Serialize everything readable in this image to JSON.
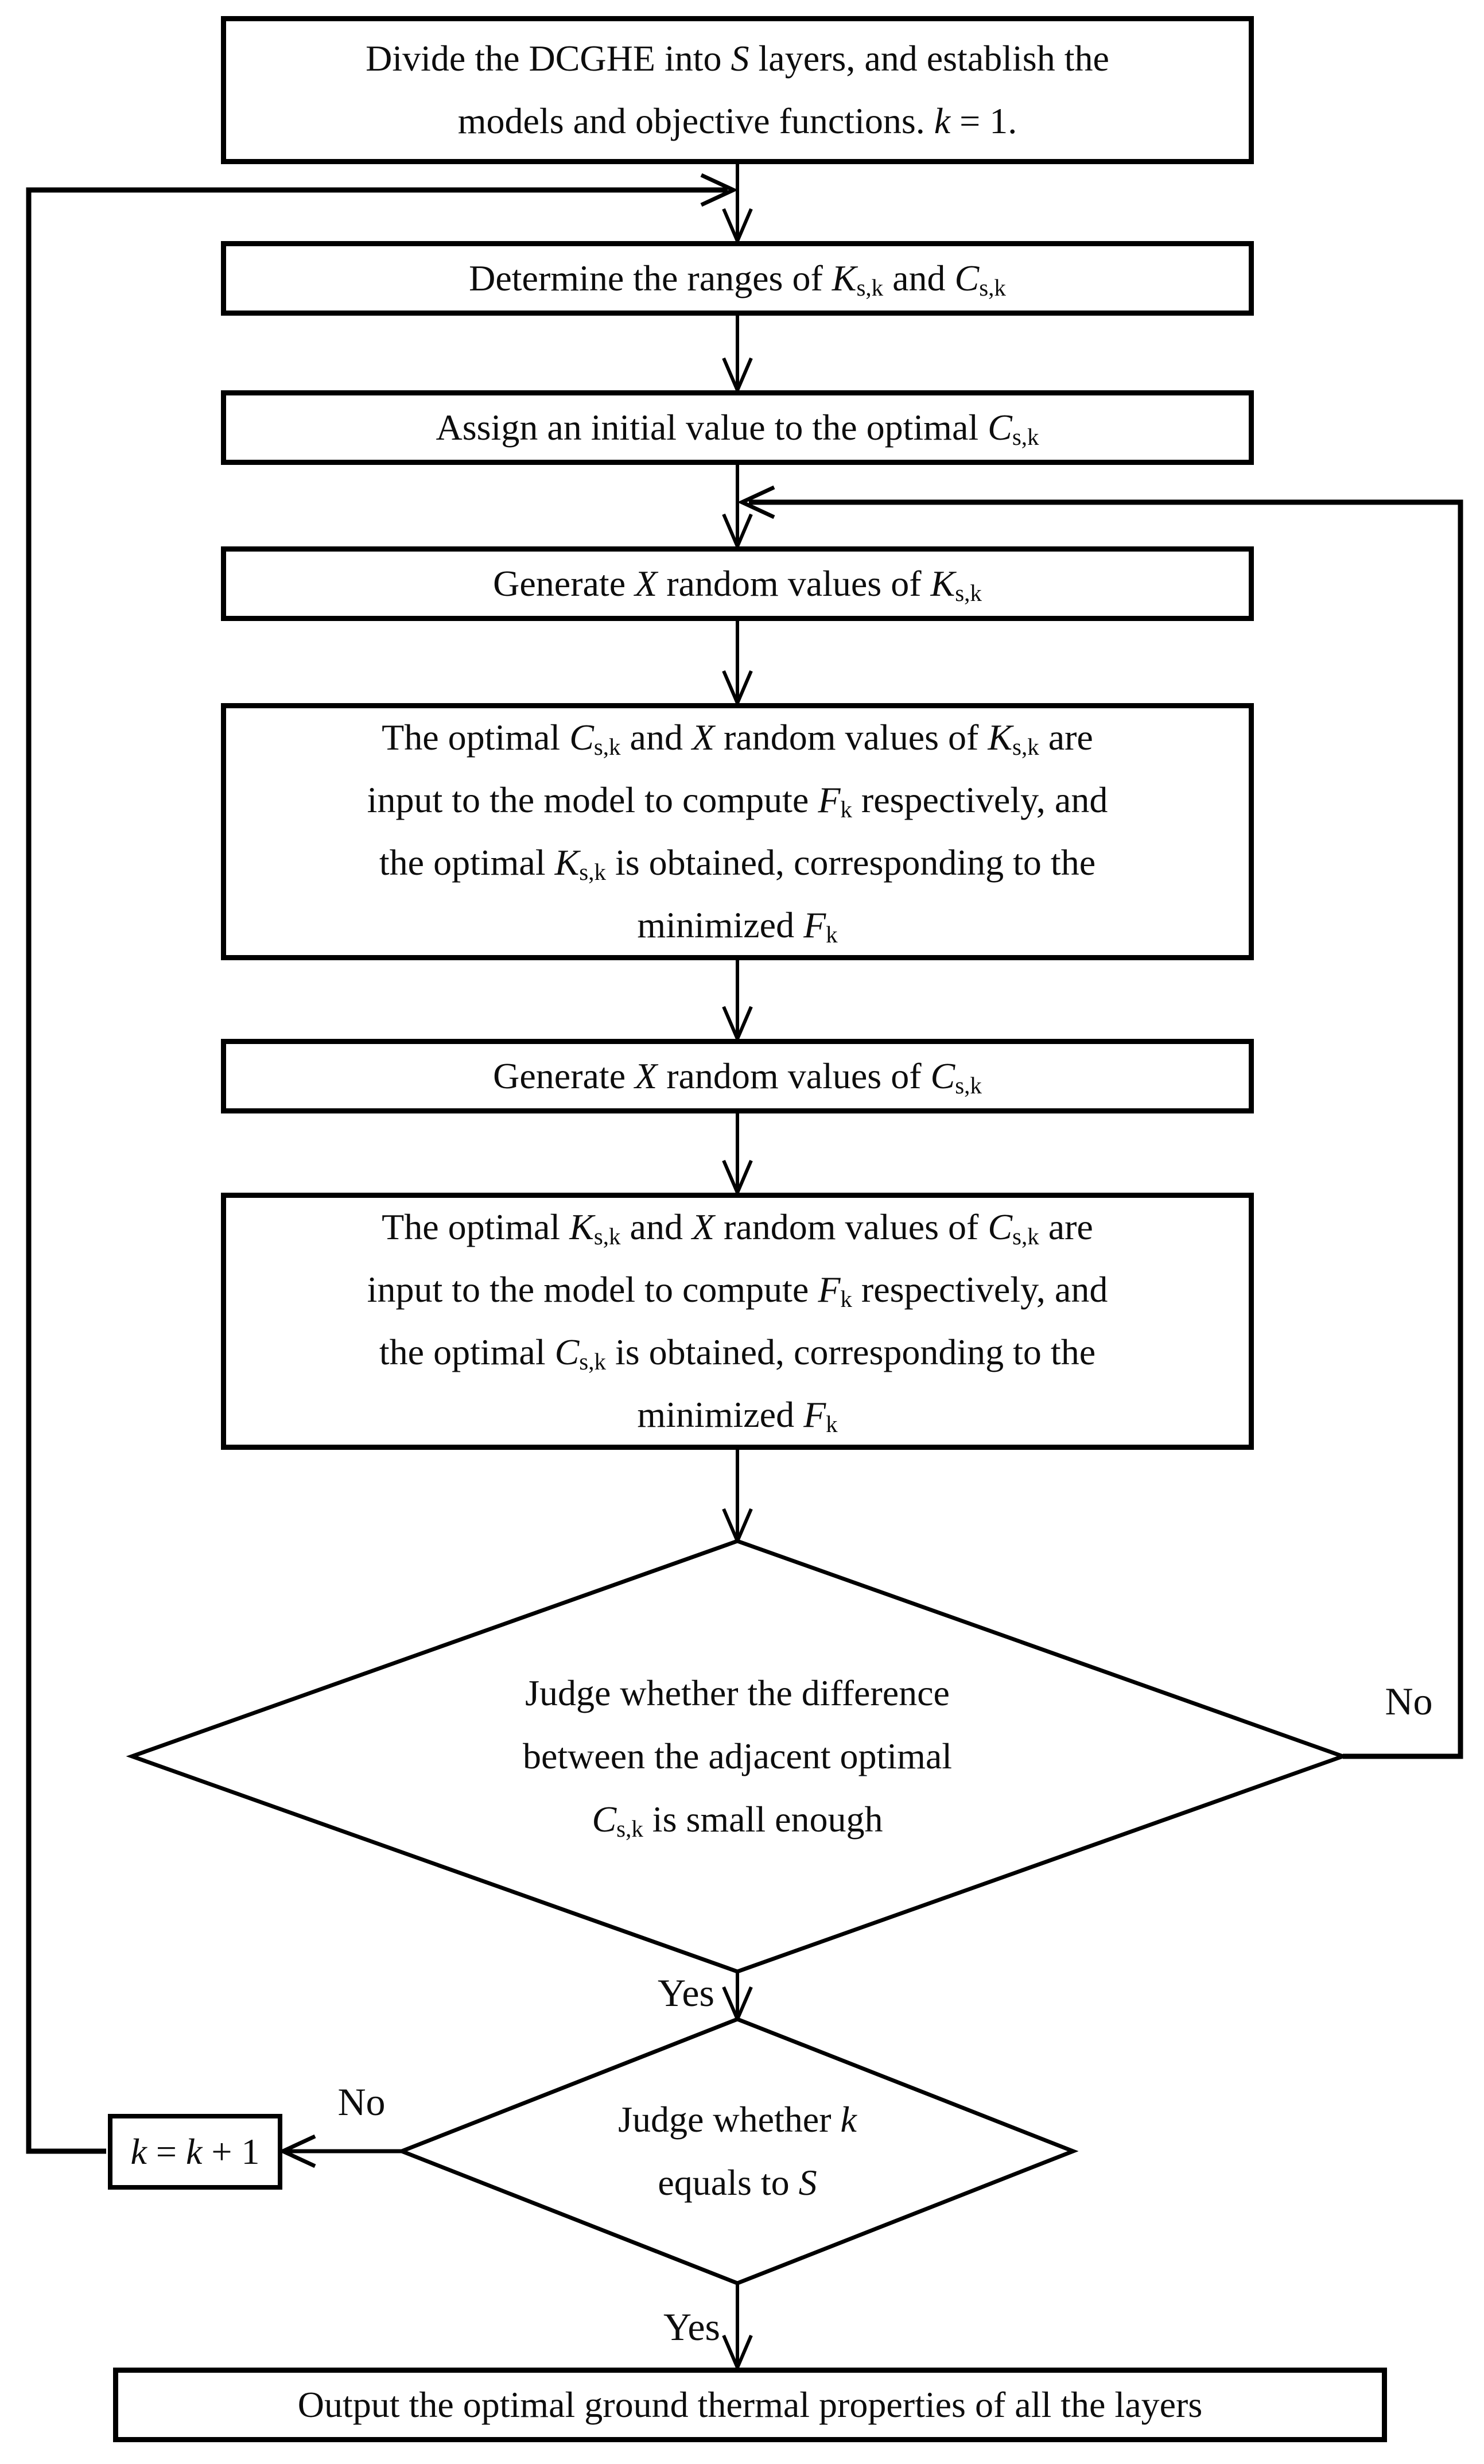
{
  "page": {
    "background_color": "#ffffff",
    "line_color": "#000000",
    "text_color": "#0d0d0d"
  },
  "flowchart": {
    "boxes": {
      "start": {
        "segments": [
          {
            "t": "Divide the DCGHE into "
          },
          {
            "t": "S",
            "i": true
          },
          {
            "t": " layers, and establish the"
          },
          {
            "br": true
          },
          {
            "t": "models and objective functions. "
          },
          {
            "t": "k",
            "i": true
          },
          {
            "t": " = 1."
          }
        ]
      },
      "determine_ranges": {
        "segments": [
          {
            "t": "Determine the ranges of "
          },
          {
            "t": "K",
            "i": true
          },
          {
            "t": "s,k",
            "sub": true
          },
          {
            "t": " and "
          },
          {
            "t": "C",
            "i": true
          },
          {
            "t": "s,k",
            "sub": true
          }
        ]
      },
      "assign_initial": {
        "segments": [
          {
            "t": "Assign an initial value to the optimal "
          },
          {
            "t": "C",
            "i": true
          },
          {
            "t": "s,k",
            "sub": true
          }
        ]
      },
      "generate_K": {
        "segments": [
          {
            "t": "Generate "
          },
          {
            "t": "X",
            "i": true
          },
          {
            "t": " random values of "
          },
          {
            "t": "K",
            "i": true
          },
          {
            "t": "s,k",
            "sub": true
          }
        ]
      },
      "compute_optimal_K": {
        "segments": [
          {
            "t": "The optimal "
          },
          {
            "t": "C",
            "i": true
          },
          {
            "t": "s,k",
            "sub": true
          },
          {
            "t": " and "
          },
          {
            "t": "X",
            "i": true
          },
          {
            "t": " random values of "
          },
          {
            "t": "K",
            "i": true
          },
          {
            "t": "s,k",
            "sub": true
          },
          {
            "t": " are"
          },
          {
            "br": true
          },
          {
            "t": "input to the model to compute "
          },
          {
            "t": "F",
            "i": true
          },
          {
            "t": "k",
            "sub": true
          },
          {
            "t": " respectively, and"
          },
          {
            "br": true
          },
          {
            "t": "the optimal "
          },
          {
            "t": "K",
            "i": true
          },
          {
            "t": "s,k",
            "sub": true
          },
          {
            "t": " is obtained, corresponding to the"
          },
          {
            "br": true
          },
          {
            "t": "minimized "
          },
          {
            "t": "F",
            "i": true
          },
          {
            "t": "k",
            "sub": true
          }
        ]
      },
      "generate_C": {
        "segments": [
          {
            "t": "Generate "
          },
          {
            "t": "X",
            "i": true
          },
          {
            "t": " random values of "
          },
          {
            "t": "C",
            "i": true
          },
          {
            "t": "s,k",
            "sub": true
          }
        ]
      },
      "compute_optimal_C": {
        "segments": [
          {
            "t": "The optimal "
          },
          {
            "t": "K",
            "i": true
          },
          {
            "t": "s,k",
            "sub": true
          },
          {
            "t": " and "
          },
          {
            "t": "X",
            "i": true
          },
          {
            "t": " random values of "
          },
          {
            "t": "C",
            "i": true
          },
          {
            "t": "s,k",
            "sub": true
          },
          {
            "t": " are"
          },
          {
            "br": true
          },
          {
            "t": "input to the model to compute "
          },
          {
            "t": "F",
            "i": true
          },
          {
            "t": "k",
            "sub": true
          },
          {
            "t": " respectively, and"
          },
          {
            "br": true
          },
          {
            "t": "the optimal "
          },
          {
            "t": "C",
            "i": true
          },
          {
            "t": "s,k",
            "sub": true
          },
          {
            "t": " is obtained, corresponding to the"
          },
          {
            "br": true
          },
          {
            "t": "minimized "
          },
          {
            "t": "F",
            "i": true
          },
          {
            "t": "k",
            "sub": true
          }
        ]
      },
      "increment_k": {
        "segments": [
          {
            "t": "k",
            "i": true
          },
          {
            "t": " = "
          },
          {
            "t": "k",
            "i": true
          },
          {
            "t": " + 1"
          }
        ]
      },
      "output": {
        "segments": [
          {
            "t": "Output the optimal ground thermal properties of all the layers"
          }
        ]
      }
    },
    "decisions": {
      "converge": {
        "segments": [
          {
            "t": "Judge whether the difference"
          },
          {
            "br": true
          },
          {
            "t": "between the adjacent optimal"
          },
          {
            "br": true
          },
          {
            "t": "C",
            "i": true
          },
          {
            "t": "s,k",
            "sub": true
          },
          {
            "t": " is small enough"
          }
        ]
      },
      "all_layers": {
        "segments": [
          {
            "t": "Judge whether "
          },
          {
            "t": "k",
            "i": true
          },
          {
            "br": true
          },
          {
            "t": "equals to "
          },
          {
            "t": "S",
            "i": true
          }
        ]
      }
    },
    "labels": {
      "converge_no": "No",
      "converge_yes": "Yes",
      "layers_no": "No",
      "layers_yes": "Yes"
    }
  }
}
